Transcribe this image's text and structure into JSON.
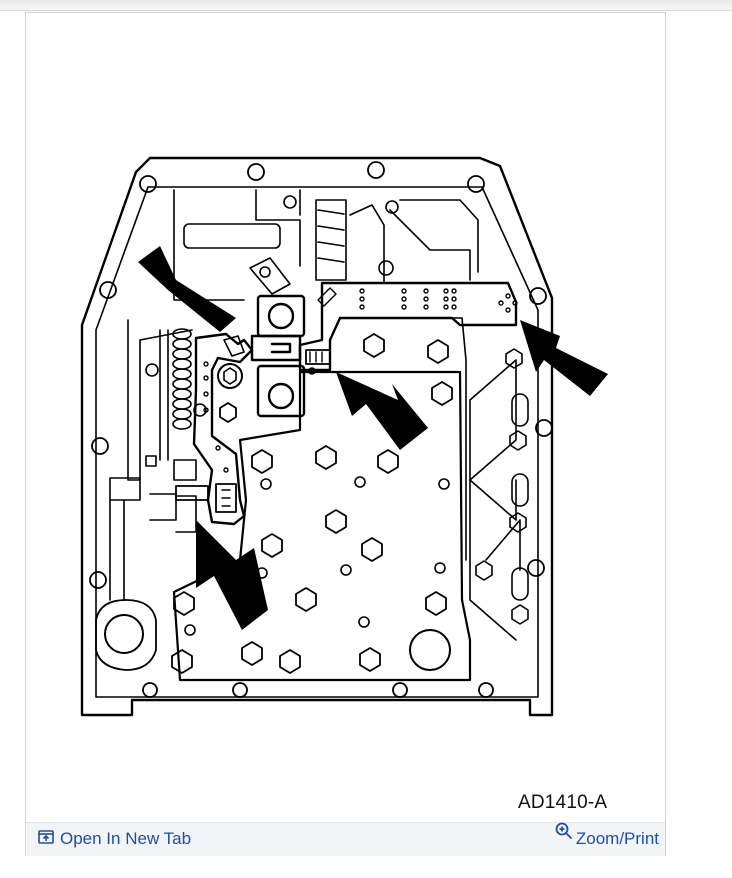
{
  "figure": {
    "code": "AD1410-A"
  },
  "footer": {
    "open_tab_label": "Open In New Tab",
    "zoom_label": "Zoom/Print",
    "open_icon": "open-new-tab-icon",
    "zoom_icon": "zoom-magnifier-icon"
  },
  "colors": {
    "link": "#1f4f9a",
    "footer_bg": "#f3f4f7"
  }
}
